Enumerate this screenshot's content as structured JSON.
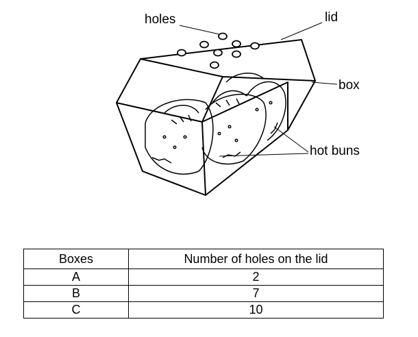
{
  "labels": {
    "holes": "holes",
    "lid": "lid",
    "box": "box",
    "hot_buns": "hot buns"
  },
  "table": {
    "headers": [
      "Boxes",
      "Number of holes on the lid"
    ],
    "rows": [
      [
        "A",
        "2"
      ],
      [
        "B",
        "7"
      ],
      [
        "C",
        "10"
      ]
    ]
  }
}
